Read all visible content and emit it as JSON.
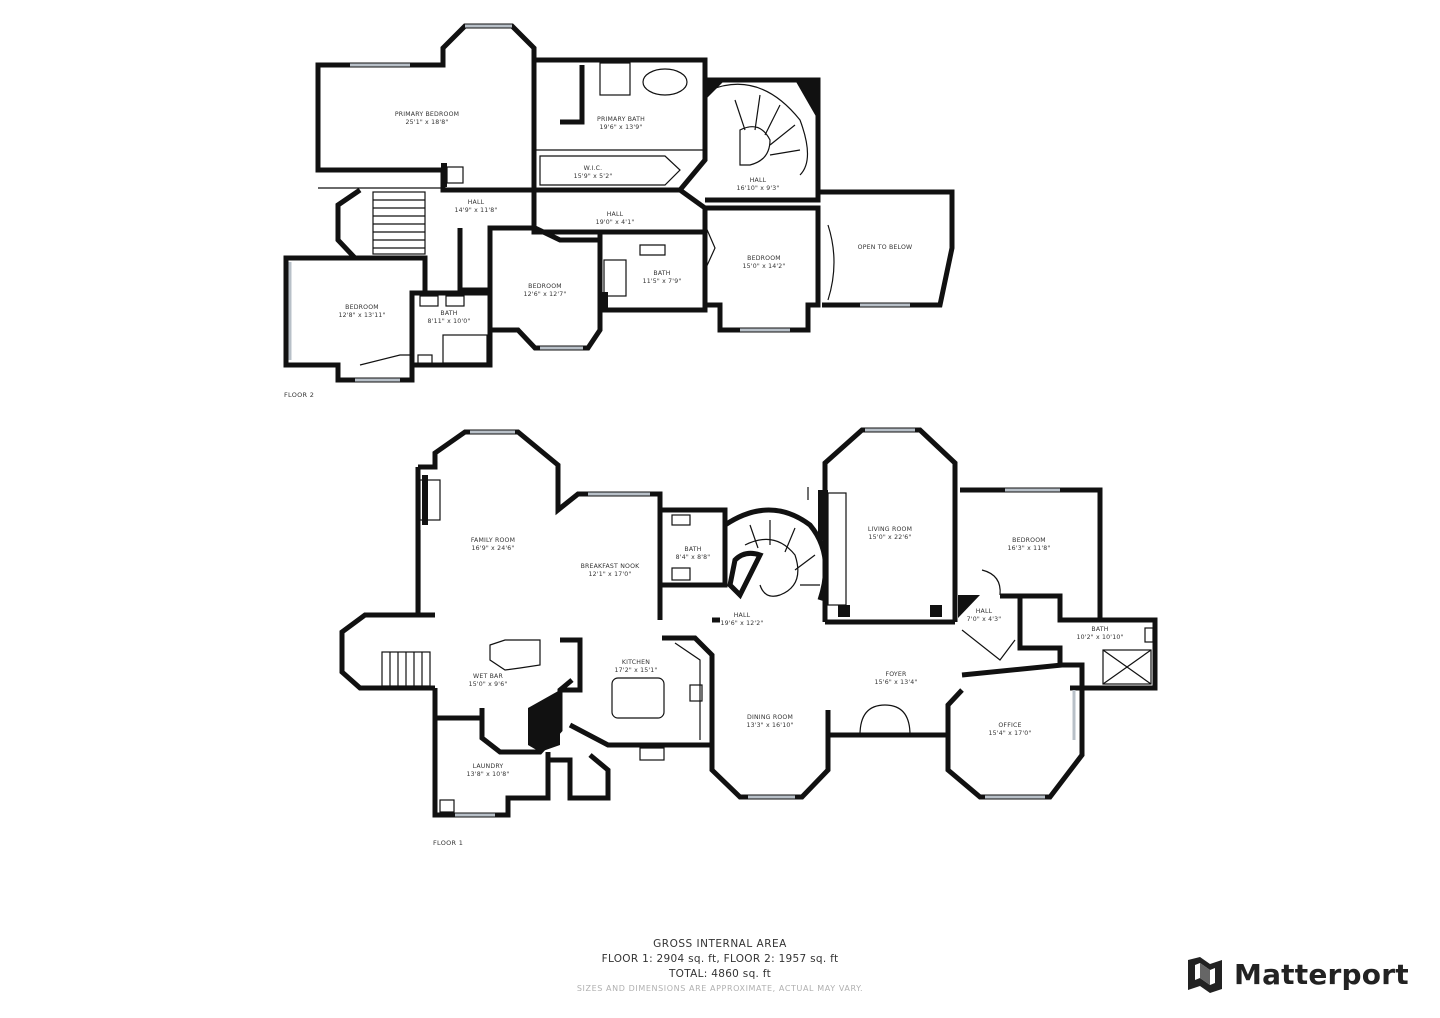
{
  "floor2": {
    "label": "FLOOR 2",
    "rooms": {
      "primary_bedroom": {
        "name": "PRIMARY BEDROOM",
        "dim": "25'1\" x 18'8\""
      },
      "primary_bath": {
        "name": "PRIMARY BATH",
        "dim": "19'6\" x 13'9\""
      },
      "wic": {
        "name": "W.I.C.",
        "dim": "15'9\" x 5'2\""
      },
      "hall_stairs": {
        "name": "HALL",
        "dim": "16'10\" x 9'3\""
      },
      "hall_left": {
        "name": "HALL",
        "dim": "14'9\" x 11'8\""
      },
      "hall_mid": {
        "name": "HALL",
        "dim": "19'0\" x 4'1\""
      },
      "bath_mid": {
        "name": "BATH",
        "dim": "11'5\" x 7'9\""
      },
      "bedroom_right": {
        "name": "BEDROOM",
        "dim": "15'0\" x 14'2\""
      },
      "open_to_below": {
        "name": "OPEN TO BELOW",
        "dim": ""
      },
      "bedroom_left": {
        "name": "BEDROOM",
        "dim": "12'8\" x 13'11\""
      },
      "bath_left": {
        "name": "BATH",
        "dim": "8'11\" x 10'0\""
      },
      "bedroom_center": {
        "name": "BEDROOM",
        "dim": "12'6\" x 12'7\""
      }
    }
  },
  "floor1": {
    "label": "FLOOR 1",
    "rooms": {
      "family_room": {
        "name": "FAMILY ROOM",
        "dim": "16'9\" x 24'6\""
      },
      "breakfast_nook": {
        "name": "BREAKFAST NOOK",
        "dim": "12'1\" x 17'0\""
      },
      "bath_small": {
        "name": "BATH",
        "dim": "8'4\" x 8'8\""
      },
      "living_room": {
        "name": "LIVING ROOM",
        "dim": "15'0\" x 22'6\""
      },
      "bedroom": {
        "name": "BEDROOM",
        "dim": "16'3\" x 11'8\""
      },
      "hall_main": {
        "name": "HALL",
        "dim": "19'6\" x 12'2\""
      },
      "hall_small": {
        "name": "HALL",
        "dim": "7'0\" x 4'3\""
      },
      "bath_right": {
        "name": "BATH",
        "dim": "10'2\" x 10'10\""
      },
      "kitchen": {
        "name": "KITCHEN",
        "dim": "17'2\" x 15'1\""
      },
      "wet_bar": {
        "name": "WET BAR",
        "dim": "15'0\" x 9'6\""
      },
      "foyer": {
        "name": "FOYER",
        "dim": "15'6\" x 13'4\""
      },
      "dining_room": {
        "name": "DINING ROOM",
        "dim": "13'3\" x 16'10\""
      },
      "office": {
        "name": "OFFICE",
        "dim": "15'4\" x 17'0\""
      },
      "laundry": {
        "name": "LAUNDRY",
        "dim": "13'8\" x 10'8\""
      }
    }
  },
  "summary": {
    "heading": "GROSS INTERNAL AREA",
    "floors_line": "FLOOR 1: 2904 sq. ft, FLOOR 2: 1957 sq. ft",
    "total_line": "TOTAL: 4860 sq. ft",
    "disclaimer": "SIZES AND DIMENSIONS ARE APPROXIMATE, ACTUAL MAY VARY."
  },
  "brand": {
    "name": "Matterport",
    "icon": "matterport-logo-icon"
  }
}
